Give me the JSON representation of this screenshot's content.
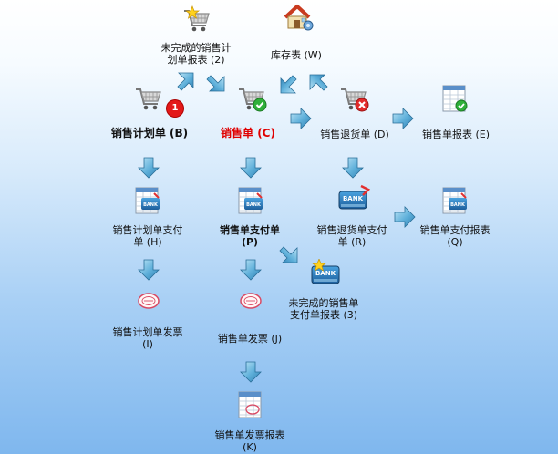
{
  "nodes": {
    "unfinished_plan_report": "未完成的销售计\n划单报表 (2)",
    "stock_table": "库存表 (W)",
    "sales_plan": "销售计划单 (B)",
    "sales_order": "销售单 (C)",
    "sales_return": "销售退货单 (D)",
    "sales_report": "销售单报表 (E)",
    "plan_payment": "销售计划单支付\n单 (H)",
    "order_payment": "销售单支付单\n(P)",
    "return_payment": "销售退货单支付\n单 (R)",
    "payment_report": "销售单支付报表\n(Q)",
    "unfinished_payment_report": "未完成的销售单\n支付单报表 (3)",
    "plan_invoice": "销售计划单发票\n(I)",
    "order_invoice": "销售单发票 (J)",
    "invoice_report": "销售单发票报表\n(K)"
  },
  "badge": "1",
  "icons": {
    "cart_star": "cart-star-icon",
    "house": "house-icon",
    "cart": "cart-icon",
    "cart_check": "cart-check-icon",
    "cart_x": "cart-x-icon",
    "report_check": "report-check-icon",
    "bank_card": "bank-card-icon",
    "invoice": "invoice-stamp-icon",
    "invoice_report": "invoice-report-icon"
  },
  "colors": {
    "arrow_fill": "#5fb0da",
    "highlight_text": "#e00000",
    "badge": "#e31818",
    "background_top": "#ffffff",
    "background_bottom": "#7fb7ee"
  }
}
